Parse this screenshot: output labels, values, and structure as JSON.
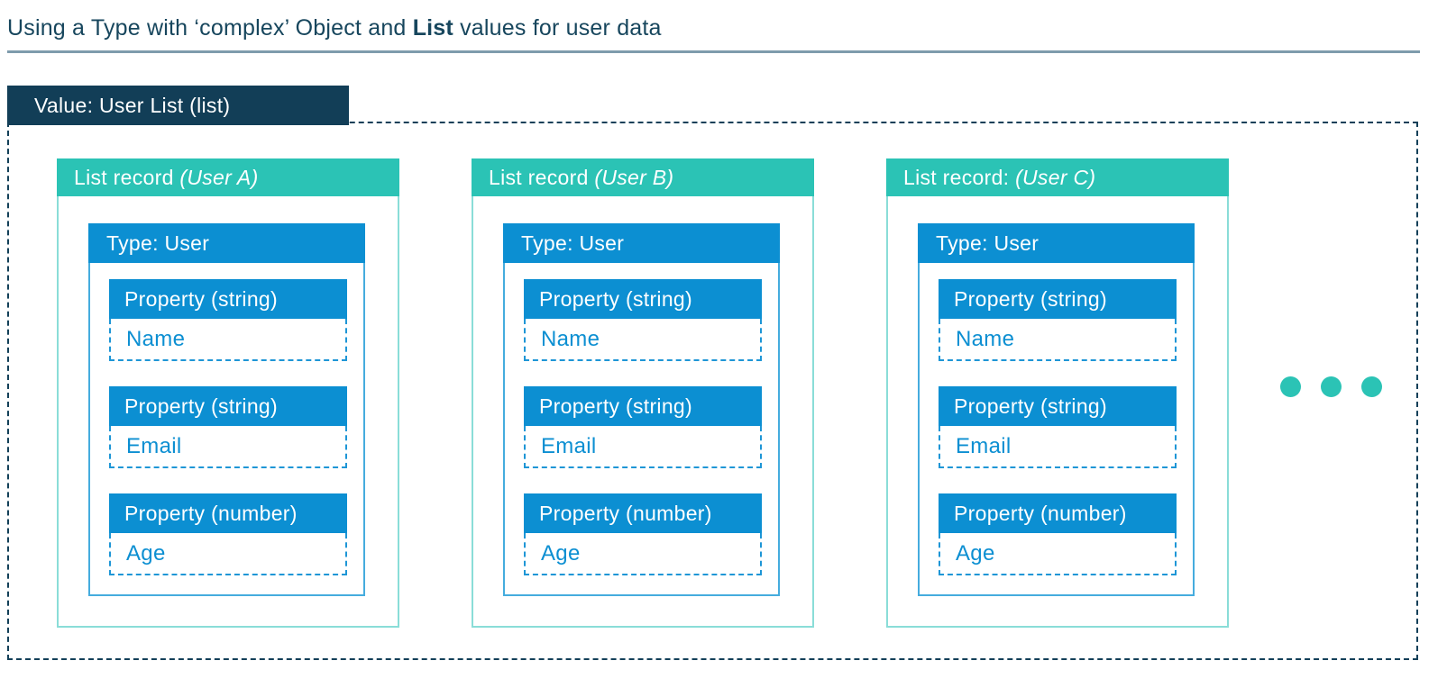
{
  "title": {
    "prefix": "Using a Type with ‘complex’ Object and ",
    "bold": "List",
    "suffix": " values for user data"
  },
  "value_tab": {
    "label": "Value: User List (list)"
  },
  "records": [
    {
      "header": "List record ",
      "header_annotation": "(User A)",
      "type": {
        "label": "Type: User"
      },
      "properties": [
        {
          "label": "Property (string)",
          "value": "Name"
        },
        {
          "label": "Property (string)",
          "value": "Email"
        },
        {
          "label": "Property (number)",
          "value": "Age"
        }
      ]
    },
    {
      "header": "List record ",
      "header_annotation": "(User B)",
      "type": {
        "label": "Type: User"
      },
      "properties": [
        {
          "label": "Property (string)",
          "value": "Name"
        },
        {
          "label": "Property (string)",
          "value": "Email"
        },
        {
          "label": "Property (number)",
          "value": "Age"
        }
      ]
    },
    {
      "header": "List record: ",
      "header_annotation": "(User C)",
      "type": {
        "label": "Type: User"
      },
      "properties": [
        {
          "label": "Property (string)",
          "value": "Name"
        },
        {
          "label": "Property (string)",
          "value": "Email"
        },
        {
          "label": "Property (number)",
          "value": "Age"
        }
      ]
    }
  ],
  "ellipsis": {
    "dot_count": 3
  },
  "colors": {
    "teal_header": "#2BC3B5",
    "teal_card_border": "#8ADDD8",
    "blue_header": "#0C8FD2",
    "blue_box_border": "#45ACDE",
    "blue_dashed_border": "#1E96D6",
    "navy_tab": "#123E57",
    "navy_dashed_border": "#134059",
    "title_text": "#17465D",
    "title_underline": "#7E9BAC",
    "background": "#FFFFFF"
  }
}
